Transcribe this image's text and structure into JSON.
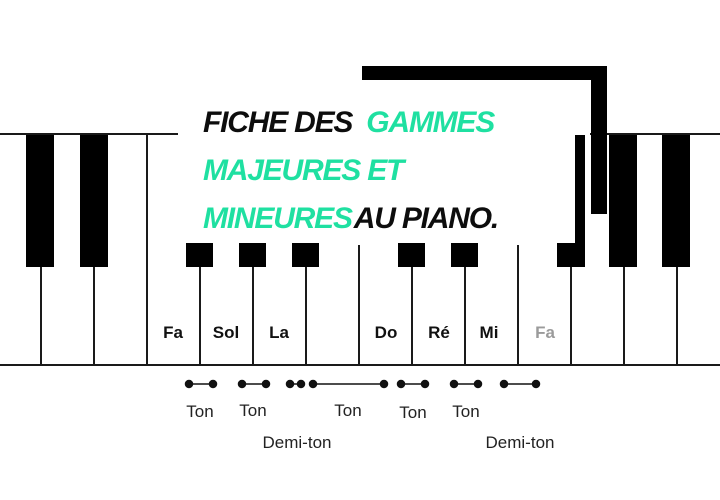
{
  "title": {
    "line1": {
      "dark": "FICHE DES",
      "accent": "GAMMES"
    },
    "line2": {
      "accent": "MAJEURES ET"
    },
    "line3": {
      "accent": "MINEURES",
      "dark": "AU PIANO."
    }
  },
  "notes": [
    "Fa",
    "Sol",
    "La",
    "Do",
    "Ré",
    "Mi",
    "Fa"
  ],
  "intervals": {
    "upper": [
      "Ton",
      "Ton",
      "Ton",
      "Ton",
      "Ton"
    ],
    "lower": [
      "Demi-ton",
      "Demi-ton"
    ]
  },
  "colors": {
    "accent": "#1fe0a1",
    "dark": "#0d0d0d",
    "muted_note": "#9b9b9b"
  }
}
